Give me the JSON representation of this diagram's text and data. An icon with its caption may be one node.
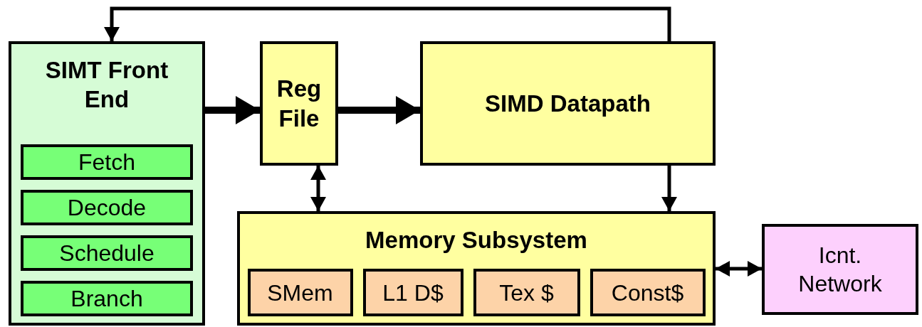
{
  "diagram": {
    "nodes": [
      {
        "text": [
          "SIMT Front End"
        ]
      },
      {
        "text": [
          "Fetch"
        ],
        "in": 0
      },
      {
        "text": [
          "Decode"
        ],
        "in": 0
      },
      {
        "text": [
          "Schedule"
        ],
        "in": 0
      },
      {
        "text": [
          "Branch"
        ],
        "in": 0
      },
      {
        "text": [
          "Reg File"
        ]
      },
      {
        "text": [
          "SIMD Datapath"
        ]
      },
      {
        "text": [
          "Memory Subsystem"
        ]
      },
      {
        "text": [
          "SMem"
        ],
        "in": 7
      },
      {
        "text": [
          "L1 D$"
        ],
        "in": 7
      },
      {
        "text": [
          "Tex $"
        ],
        "in": 7
      },
      {
        "text": [
          "Const$"
        ],
        "in": 7
      },
      {
        "text": [
          "Icnt. Network"
        ]
      }
    ],
    "edges": [
      {
        "from": 0,
        "to": 5,
        "arrow": "to",
        "style": "thick"
      },
      {
        "from": 5,
        "to": 6,
        "arrow": "to",
        "style": "thick"
      },
      {
        "from": 6,
        "to": 0,
        "arrow": "to"
      },
      {
        "from": 5,
        "to": 7,
        "arrow": "both"
      },
      {
        "from": 6,
        "to": 7,
        "arrow": "to"
      },
      {
        "from": 7,
        "to": 12,
        "arrow": "both"
      }
    ]
  }
}
